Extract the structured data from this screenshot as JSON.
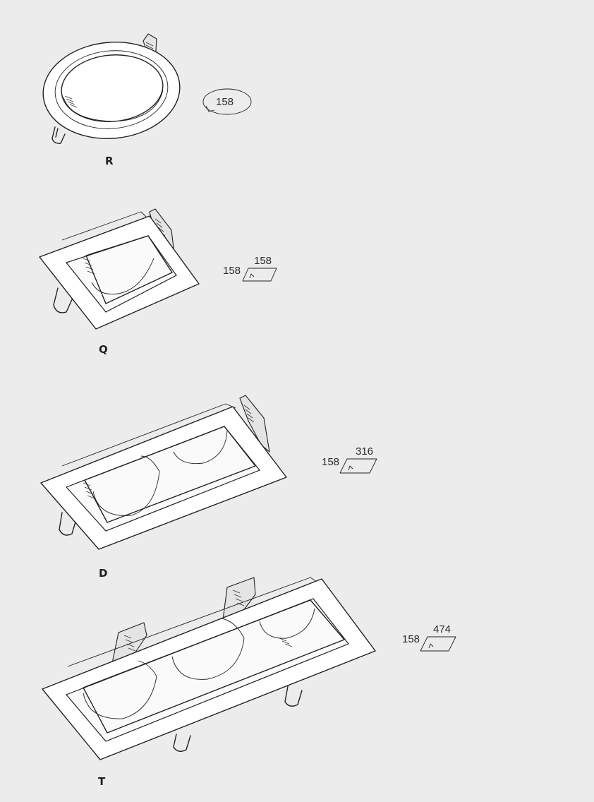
{
  "variants": [
    {
      "code": "R",
      "shape": "round",
      "dimensions": {
        "diameter": "158"
      }
    },
    {
      "code": "Q",
      "shape": "square",
      "dimensions": {
        "width": "158",
        "length": "158"
      }
    },
    {
      "code": "D",
      "shape": "double",
      "dimensions": {
        "width": "158",
        "length": "316"
      }
    },
    {
      "code": "T",
      "shape": "triple",
      "dimensions": {
        "width": "158",
        "length": "474"
      }
    }
  ],
  "colors": {
    "background": "#ececec",
    "line": "#222222",
    "plate": "#ffffff"
  }
}
